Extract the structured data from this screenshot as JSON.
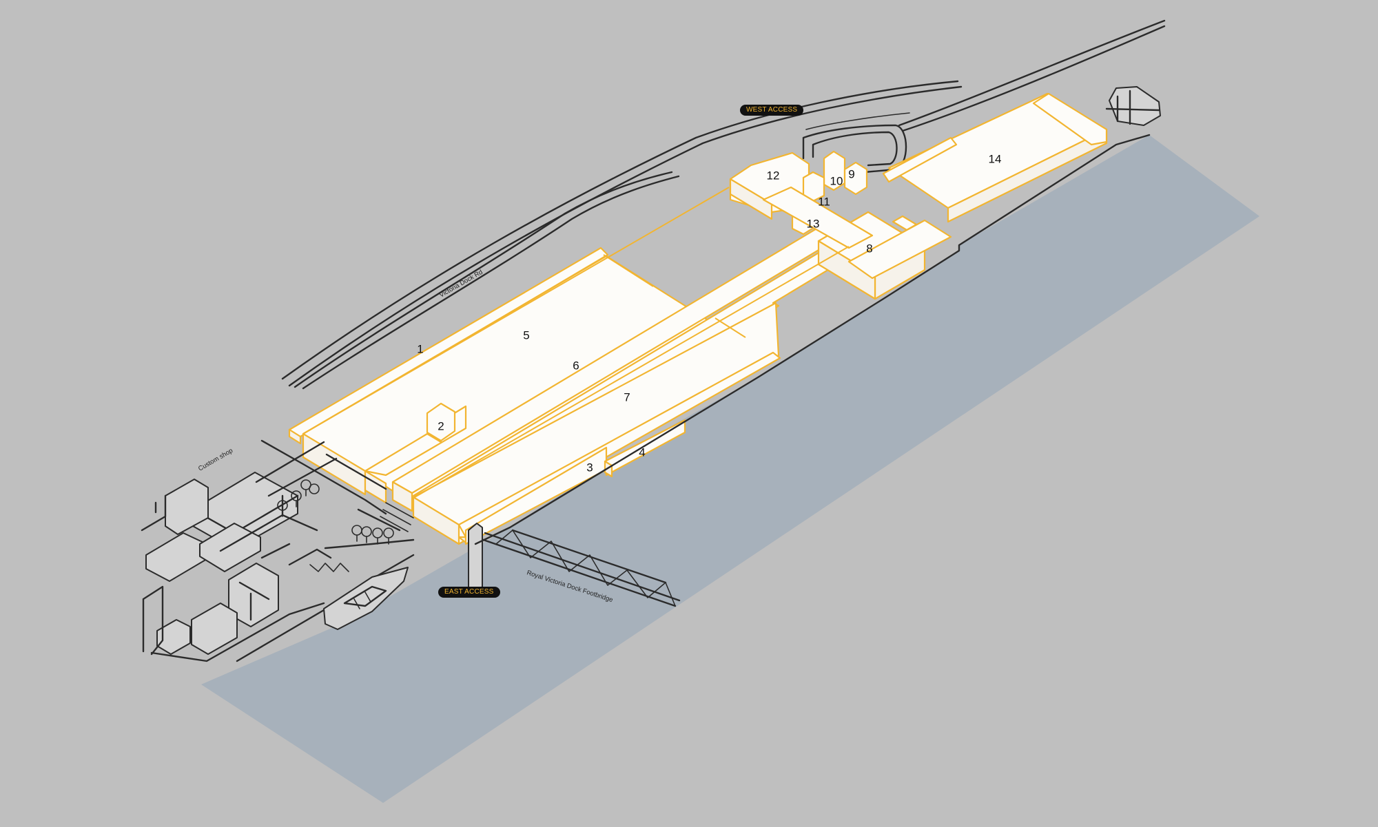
{
  "colors": {
    "background": "#bfbfbf",
    "water": "#a7b1bb",
    "building_outline": "#f2b531",
    "building_fill": "#fdfcf9",
    "ink": "#2b2b2b",
    "access_badge_bg": "#111111",
    "access_badge_text": "#f2b531"
  },
  "access": {
    "west": "WEST ACCESS",
    "east": "EAST ACCESS"
  },
  "streets": {
    "victoria_dock_rd": "Victoria Dock Rd",
    "custom_shop": "Custom shop",
    "footbridge": "Royal Victoria Dock Footbridge"
  },
  "zones": [
    {
      "id": "1",
      "label": "1"
    },
    {
      "id": "2",
      "label": "2"
    },
    {
      "id": "3",
      "label": "3"
    },
    {
      "id": "4",
      "label": "4"
    },
    {
      "id": "5",
      "label": "5"
    },
    {
      "id": "6",
      "label": "6"
    },
    {
      "id": "7",
      "label": "7"
    },
    {
      "id": "8",
      "label": "8"
    },
    {
      "id": "9",
      "label": "9"
    },
    {
      "id": "10",
      "label": "10"
    },
    {
      "id": "11",
      "label": "11"
    },
    {
      "id": "12",
      "label": "12"
    },
    {
      "id": "13",
      "label": "13"
    },
    {
      "id": "14",
      "label": "14"
    }
  ],
  "icons": [
    "tree-icon",
    "boat-icon",
    "footbridge-truss-icon"
  ]
}
